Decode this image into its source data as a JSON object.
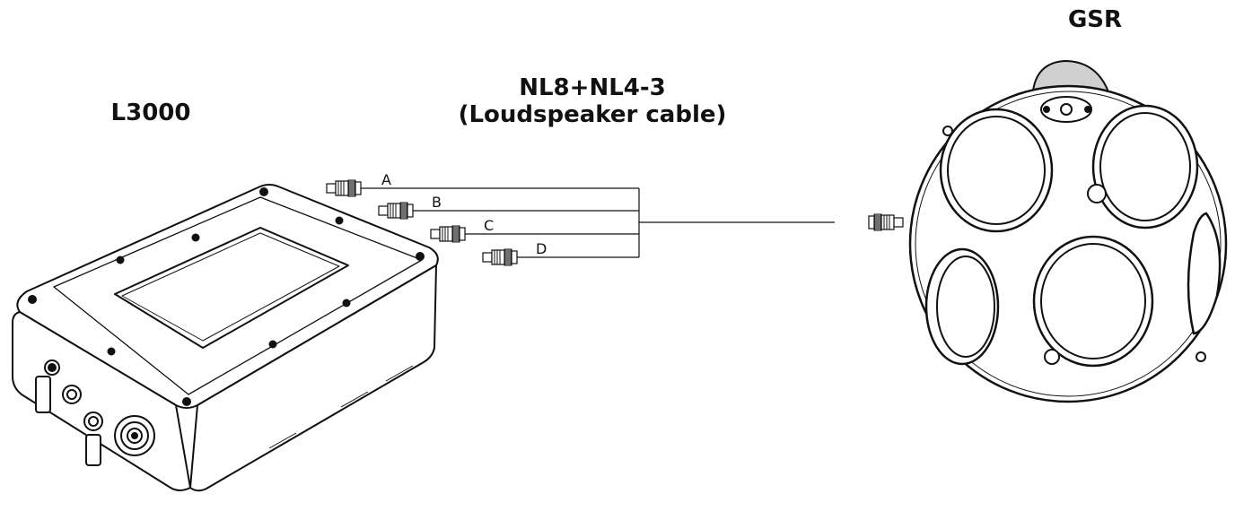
{
  "labels": {
    "amplifier": "L3000",
    "speaker": "GSR",
    "cable_line1": "NL8+NL4-3",
    "cable_line2": "(Loudspeaker cable)"
  },
  "connectors": [
    "A",
    "B",
    "C",
    "D"
  ],
  "colors": {
    "line": "#111111",
    "device_fill": "#ffffff",
    "shade": "#cccccc"
  },
  "icons": [
    "amplifier-device",
    "speaker-sphere",
    "speakon-connector"
  ]
}
